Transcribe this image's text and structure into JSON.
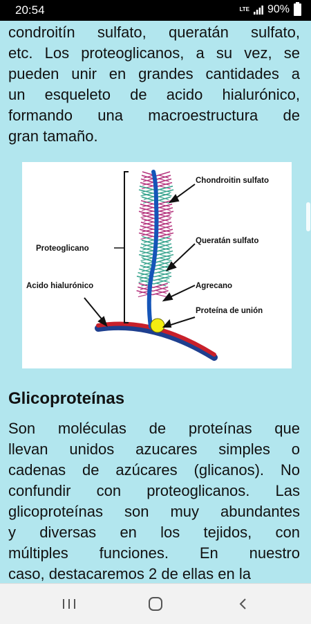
{
  "status_bar": {
    "time": "20:54",
    "network": "LTE",
    "battery": "90%"
  },
  "paragraph1_lines": [
    "condroitín  sulfato, queratán sulfato,",
    "etc. Los proteoglicanos, a su vez, se",
    "pueden unir en grandes cantidades a",
    "un esqueleto  de acido hialurónico,",
    "formando  una  macroestructura de",
    "gran tamaño."
  ],
  "figure": {
    "labels": {
      "condroitin": "Chondroitin sulfato",
      "queratan": "Queratán sulfato",
      "agrecano": "Agrecano",
      "proteina": "Proteína de unión",
      "proteoglicano": "Proteoglicano",
      "acido": "Acido hialurónico"
    }
  },
  "heading": "Glicoproteínas",
  "paragraph2_lines": [
    "Son moléculas   de proteínas   que",
    "llevan unidos  azucares simples o",
    "cadenas de azúcares (glicanos). No",
    "confundir  con proteoglicanos. Las",
    "glicoproteínas son muy abundantes",
    "y diversas en   los  tejidos,  con",
    "múltiples funciones.    En  nuestro",
    "caso, destacaremos  2 de ellas en la"
  ],
  "nav": {
    "recents": "recents-icon",
    "home": "home-icon",
    "back": "back-icon"
  }
}
